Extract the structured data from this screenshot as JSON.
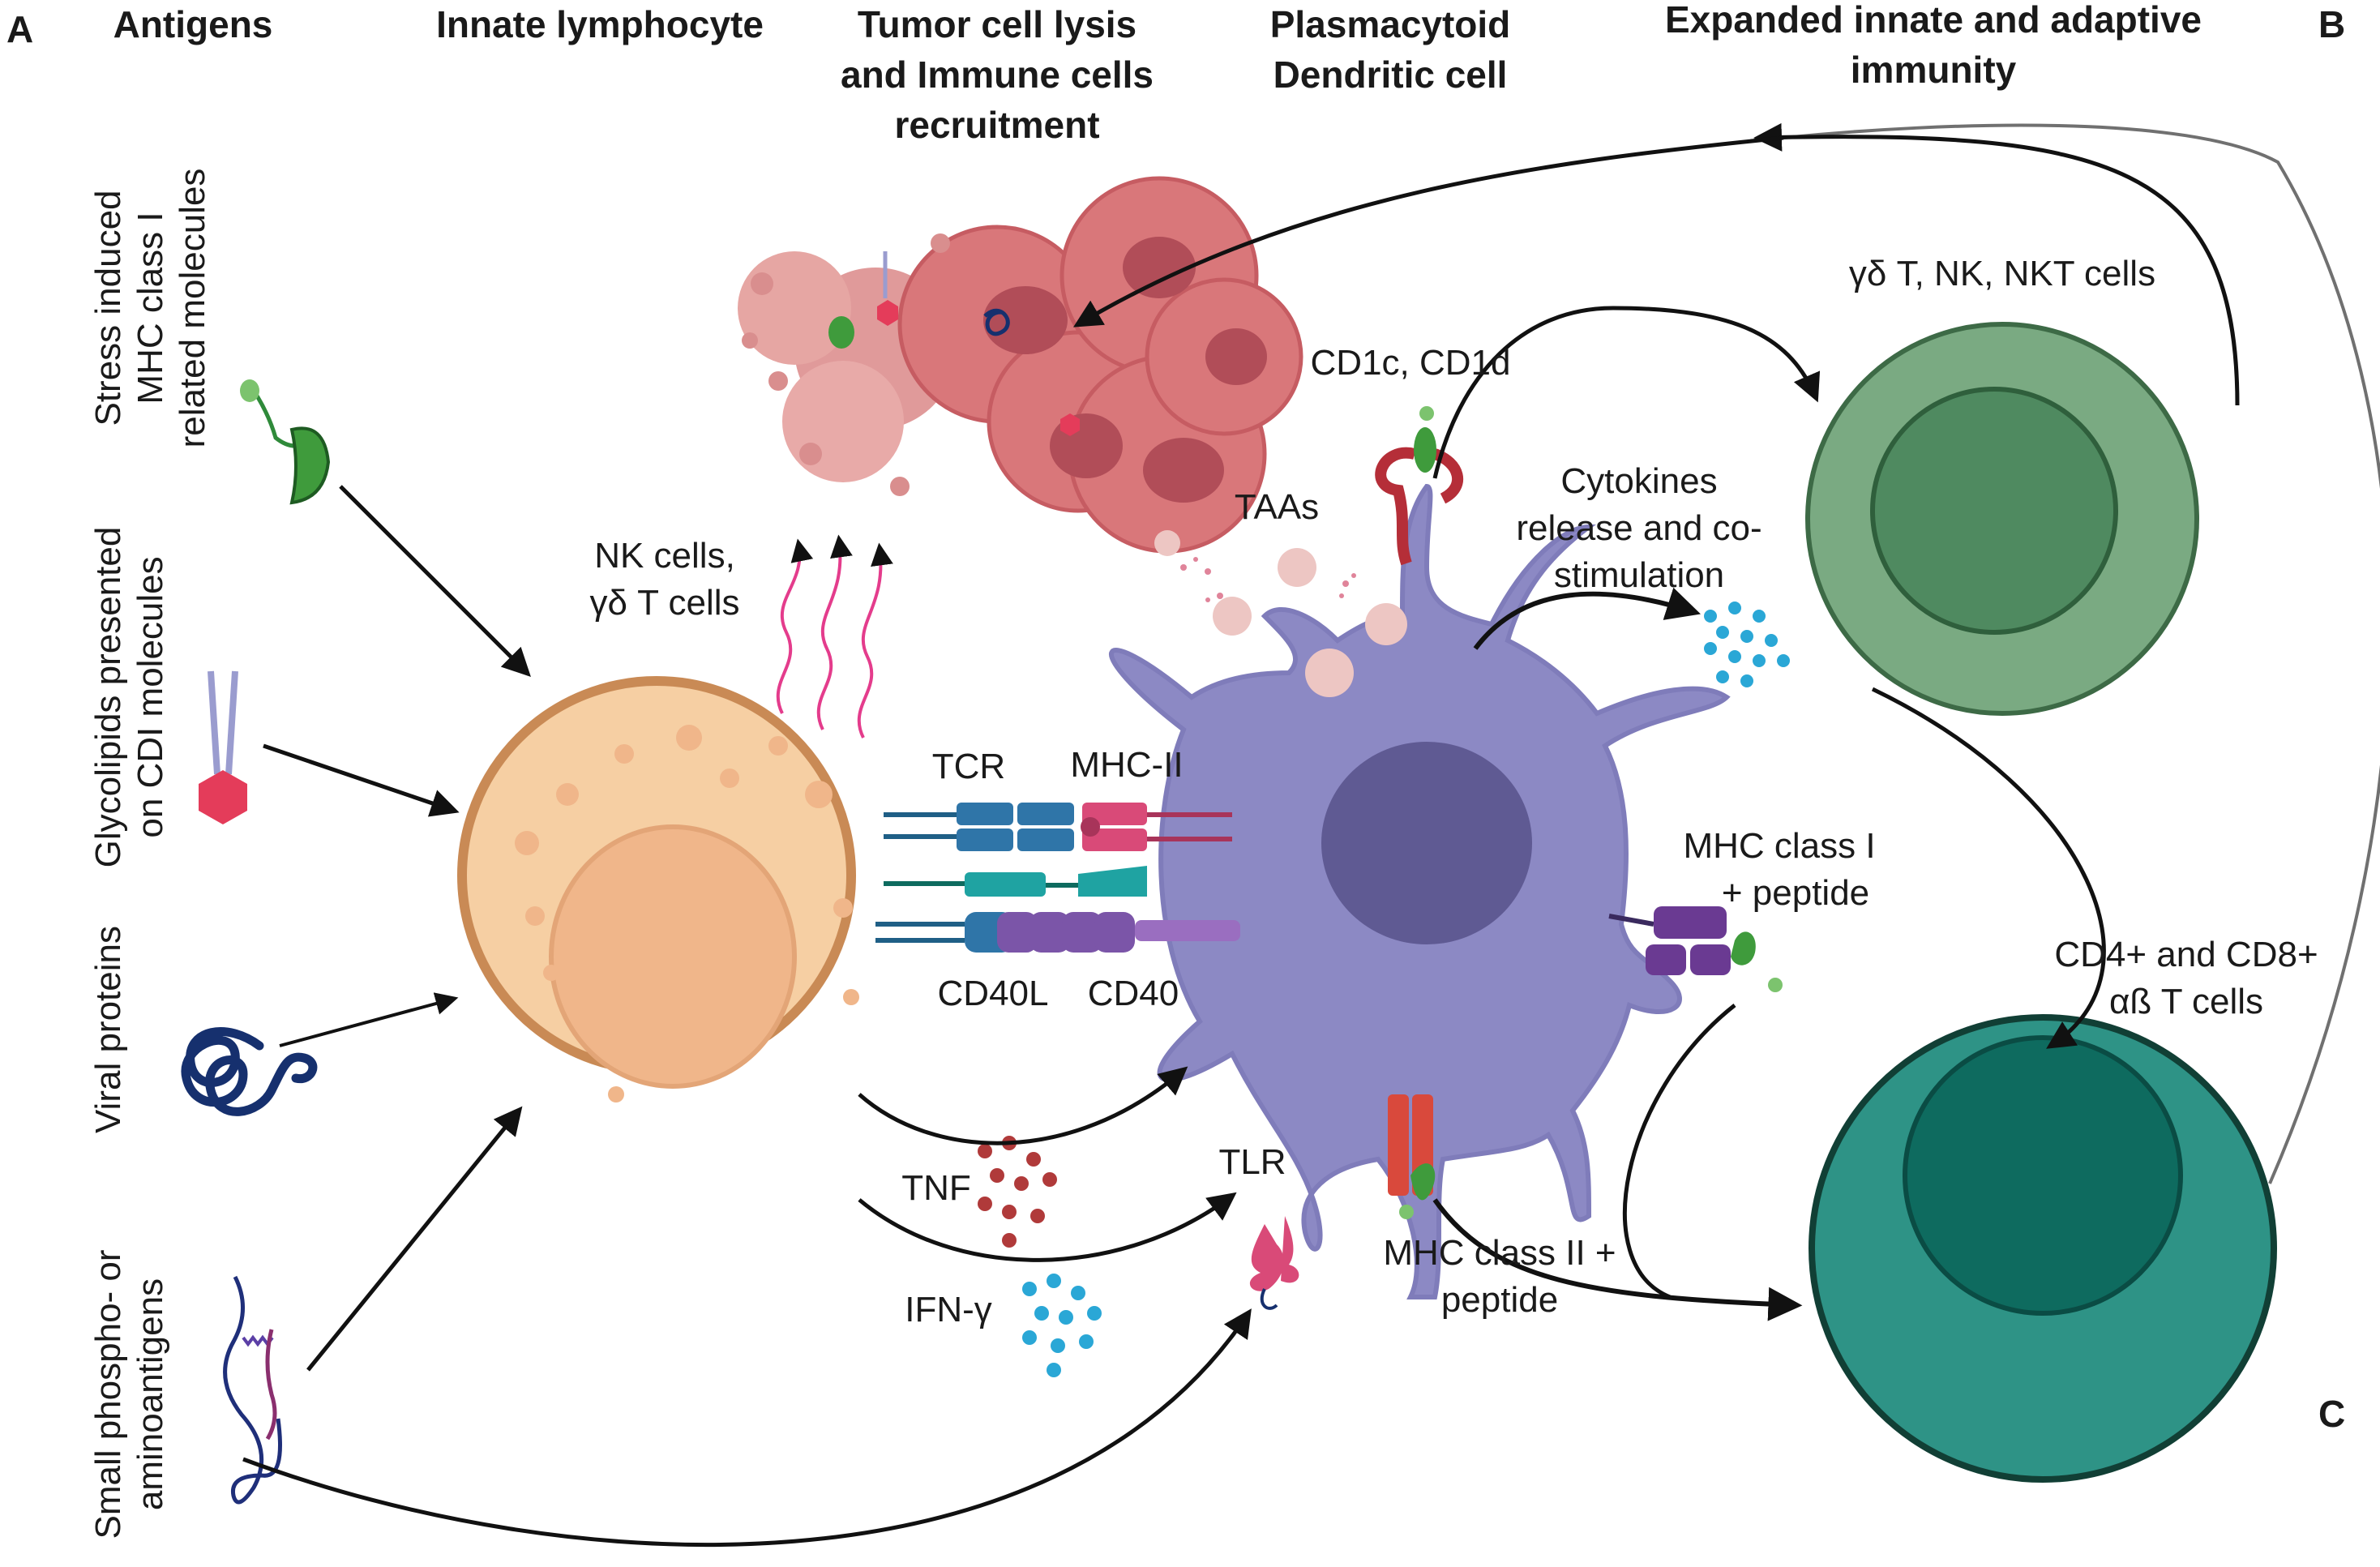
{
  "panels": {
    "a": "A",
    "b": "B",
    "c": "C"
  },
  "headers": {
    "antigens": "Antigens",
    "innate": "Innate lymphocyte",
    "tumor": [
      "Tumor cell lysis",
      "and Immune cells",
      "recruitment"
    ],
    "pdc": [
      "Plasmacytoid",
      "Dendritic cell"
    ],
    "expanded": [
      "Expanded innate and adaptive",
      "immunity"
    ]
  },
  "antigen_labels": {
    "stress": [
      "Stress induced",
      "MHC class I",
      "related molecules"
    ],
    "glyco": [
      "Glycolipids presented",
      "on CDI molecules"
    ],
    "viral": [
      "Viral proteins"
    ],
    "phospho": [
      "Small phospho- or",
      "aminoantigens"
    ]
  },
  "labels": {
    "nk": [
      "NK cells,",
      "γδ T cells"
    ],
    "tcr": "TCR",
    "mhc2": "MHC-II",
    "cd40l": "CD40L",
    "cd40": "CD40",
    "taas": "TAAs",
    "cd1": "CD1c, CD1d",
    "cytokines": [
      "Cytokines",
      "release and co-",
      "stimulation"
    ],
    "mhc1": [
      "MHC class I",
      "+ peptide"
    ],
    "tnf": "TNF",
    "ifn": "IFN-γ",
    "tlr": "TLR",
    "mhc2p": [
      "MHC class II +",
      "peptide"
    ],
    "gdt": "γδ T, NK, NKT cells",
    "cd48": [
      "CD4+ and CD8+",
      "αß T cells"
    ]
  },
  "colors": {
    "lymph_fill": "#f6cfa3",
    "lymph_edge": "#c98a55",
    "lymph_nucleus": "#f0b68a",
    "pdc_body": "#8c89c4",
    "pdc_nucleus": "#5f5a93",
    "green_cell": "#7aaa82",
    "green_nucleus": "#4f8a60",
    "teal_cell": "#2e9386",
    "teal_nucleus": "#0e6b5f",
    "tumor": "#d9777a",
    "pink": "#e43c8c",
    "cyan": "#2aa7d6",
    "tnf": "#b03a3a"
  }
}
